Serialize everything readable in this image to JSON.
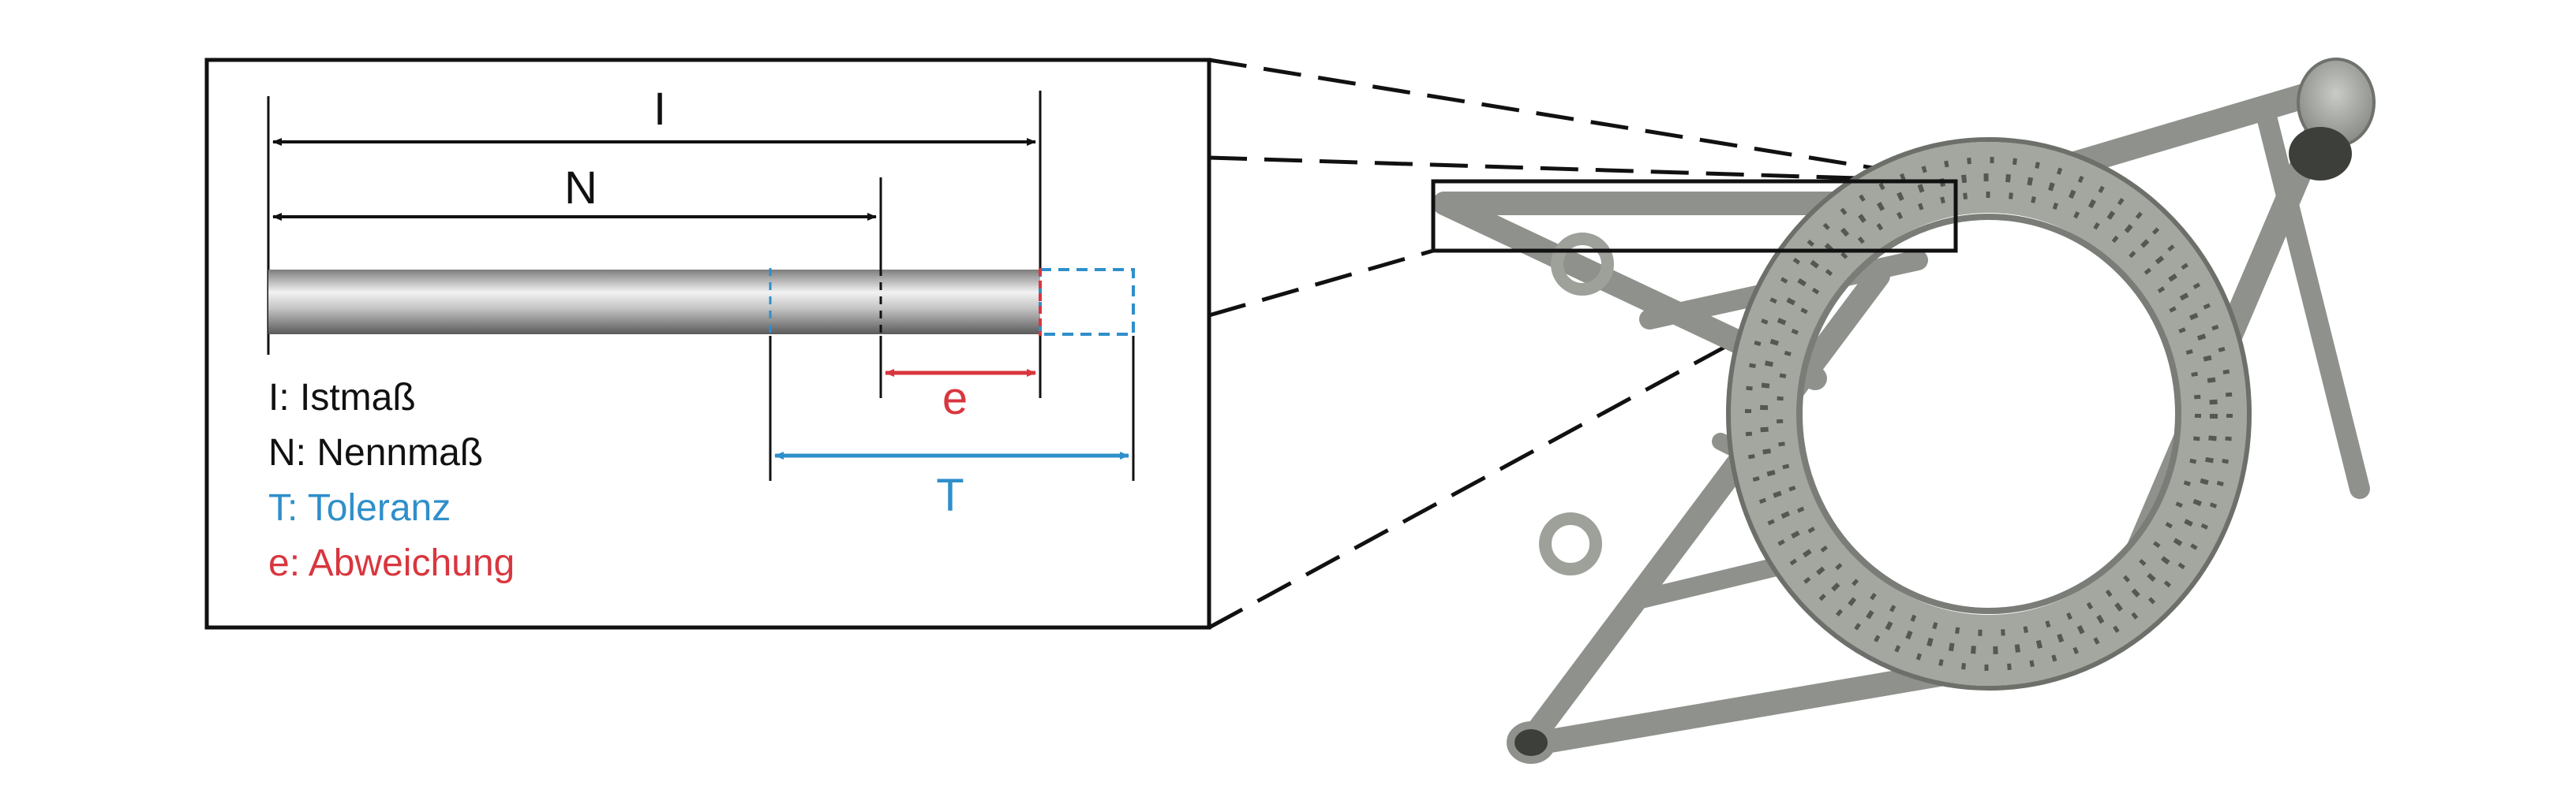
{
  "dimensions": {
    "actual_label": "I",
    "nominal_label": "N",
    "tolerance_label": "T",
    "deviation_label": "e"
  },
  "legend": [
    {
      "text": "I:  Istmaß",
      "color": "#111111"
    },
    {
      "text": "N: Nennmaß",
      "color": "#111111"
    },
    {
      "text": "T:  Toleranz",
      "color": "#2f8fca"
    },
    {
      "text": "e:  Abweichung",
      "color": "#d9363e"
    }
  ],
  "colors": {
    "tolerance": "#2f8fca",
    "deviation": "#d9363e",
    "line": "#111111"
  }
}
